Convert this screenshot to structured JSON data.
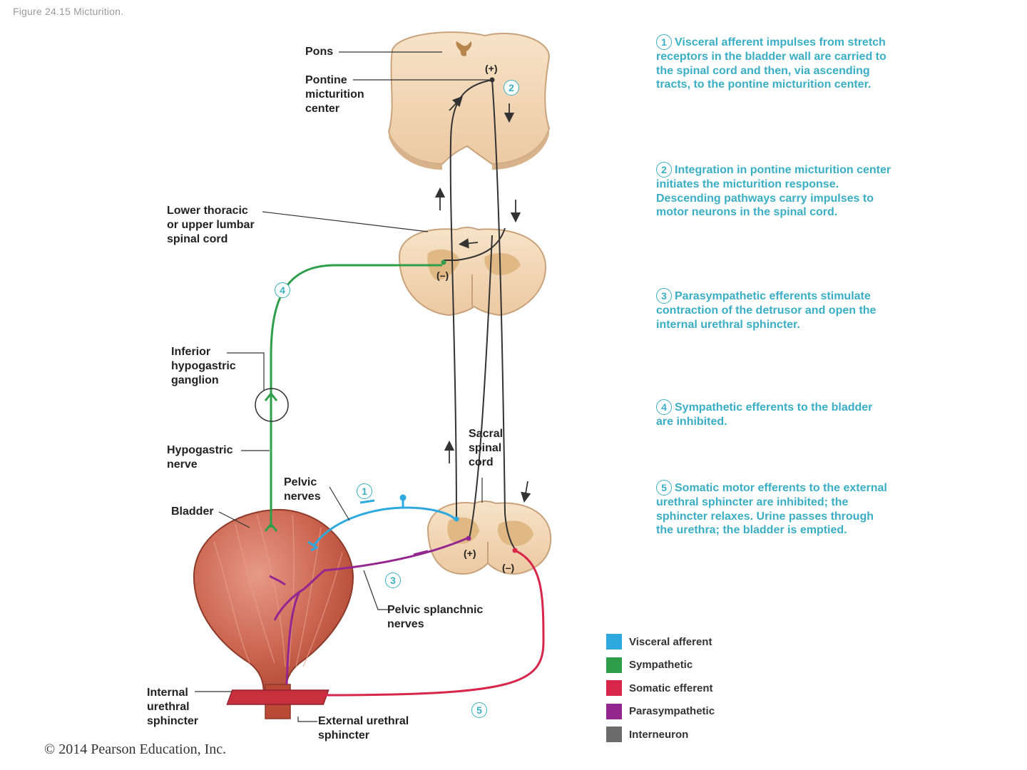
{
  "figure_title": "Figure 24.15 Micturition.",
  "labels": {
    "pons": "Pons",
    "pontine_center": "Pontine\nmicturition\ncenter",
    "lower_thoracic": "Lower thoracic\nor upper lumbar\nspinal cord",
    "inferior_ganglion": "Inferior\nhypogastric\nganglion",
    "hypogastric_nerve": "Hypogastric\nnerve",
    "pelvic_nerves": "Pelvic\nnerves",
    "sacral_cord": "Sacral\nspinal\ncord",
    "bladder": "Bladder",
    "pelvic_splanchnic": "Pelvic splanchnic\nnerves",
    "internal_sphincter": "Internal\nurethral\nsphincter",
    "external_sphincter": "External urethral\nsphincter"
  },
  "signs": {
    "pons_plus": "(+)",
    "thoracic_minus": "(–)",
    "sacral_plus": "(+)",
    "sacral_minus": "(–)"
  },
  "pathway_numbers": [
    "1",
    "2",
    "3",
    "4",
    "5"
  ],
  "steps": [
    {
      "num": "1",
      "text": "Visceral afferent impulses from stretch receptors in the bladder wall are carried to the spinal cord and then, via ascending tracts, to the pontine micturition center."
    },
    {
      "num": "2",
      "text": "Integration in pontine micturition center initiates the micturition response. Descending pathways carry impulses to motor neurons in the spinal cord."
    },
    {
      "num": "3",
      "text": "Parasympathetic efferents stimulate contraction of the detrusor and open the internal urethral sphincter."
    },
    {
      "num": "4",
      "text": "Sympathetic efferents to the bladder are inhibited."
    },
    {
      "num": "5",
      "text": "Somatic motor efferents to the external urethral sphincter are inhibited; the sphincter relaxes. Urine passes through the urethra; the bladder is emptied."
    }
  ],
  "legend": [
    {
      "label": "Visceral afferent",
      "color": "#2ea9df"
    },
    {
      "label": "Sympathetic",
      "color": "#2e9e4a"
    },
    {
      "label": "Somatic efferent",
      "color": "#d8264a"
    },
    {
      "label": "Parasympathetic",
      "color": "#93278f"
    },
    {
      "label": "Interneuron",
      "color": "#6b6b6b"
    }
  ],
  "copyright": "© 2014 Pearson Education, Inc."
}
